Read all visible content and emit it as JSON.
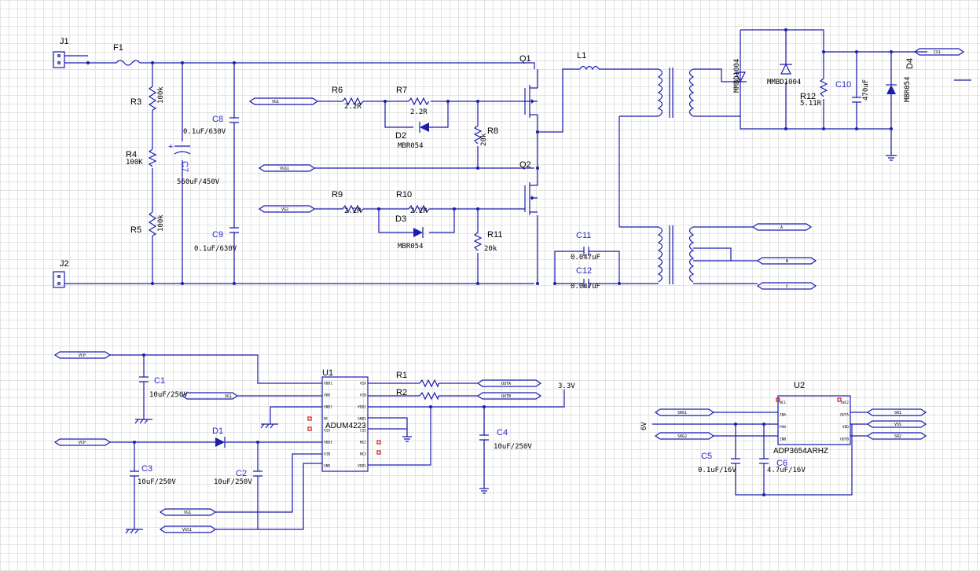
{
  "connectors": {
    "j1": "J1",
    "j2": "J2",
    "f1": "F1"
  },
  "resistors": {
    "r3": "R3",
    "r3_val": "100k",
    "r4": "R4",
    "r4_val": "100K",
    "r5": "R5",
    "r5_val": "100k",
    "r6": "R6",
    "r6_val": "2.2R",
    "r7": "R7",
    "r7_val": "2.2R",
    "r8": "R8",
    "r8_val": "20k",
    "r9": "R9",
    "r9_val": "2.2R",
    "r10": "R10",
    "r10_val": "2.2R",
    "r11": "R11",
    "r11_val": "20k",
    "r12": "R12",
    "r12_val": "5.11R",
    "r1": "R1",
    "r2": "R2"
  },
  "capacitors": {
    "c7": "C7",
    "c7_val": "560uF/450V",
    "c8": "C8",
    "c8_val": "0.1uF/630V",
    "c9": "C9",
    "c9_val": "0.1uF/630V",
    "c10": "C10",
    "c10_val": "470uF",
    "c11": "C11",
    "c11_val": "0.047uF",
    "c12": "C12",
    "c12_val": "0.047uF",
    "c1": "C1",
    "c1_val": "10uF/250V",
    "c2": "C2",
    "c2_val": "10uF/250V",
    "c3": "C3",
    "c3_val": "10uF/250V",
    "c4": "C4",
    "c4_val": "10uF/250V",
    "c5": "C5",
    "c5_val": "0.1uF/16V",
    "c6": "C6",
    "c6_val": "4.7uF/16V"
  },
  "diodes": {
    "d2": "D2",
    "d2_val": "MBR054",
    "d3": "D3",
    "d3_val": "MBR054",
    "d4": "D4",
    "d4_val": "MBR054",
    "d1": "D1",
    "mmbd_a": "MMBD1004",
    "mmbd_b": "MMBD1004"
  },
  "transistors": {
    "q1": "Q1",
    "q2": "Q2"
  },
  "inductors": {
    "l1": "L1"
  },
  "ics": {
    "u1": "U1",
    "u1_part": "ADUM4223",
    "u2": "U2",
    "u2_part": "ADP3654ARHZ"
  },
  "nets": {
    "vg1": "VG1",
    "vgs1": "VGS1",
    "vg2": "VG2",
    "vcp": "VCP",
    "outa": "OUTA",
    "outb": "OUTB",
    "v33": "3.3V",
    "srg1": "SRG1",
    "srg2": "SRG2",
    "sr1": "SR1",
    "sr2": "SR2",
    "vss": "VSS",
    "v6": "6V",
    "cs1": "CS1",
    "a": "A",
    "b": "B",
    "c": "C"
  },
  "u1_pins": {
    "left": [
      "VDD1",
      "VDD",
      "GND1",
      "NC",
      "VIA",
      "VDDI",
      "VIB",
      "GND"
    ],
    "right": [
      "VIA",
      "VIB",
      "VDD1",
      "GND1",
      "CIS",
      "NC2",
      "NC3",
      "VDD1"
    ]
  },
  "u2_pins": {
    "left": [
      "NC1",
      "INA",
      "PAD",
      "INB"
    ],
    "right": [
      "INC2",
      "OUTA",
      "VDD",
      "OUTB"
    ]
  }
}
